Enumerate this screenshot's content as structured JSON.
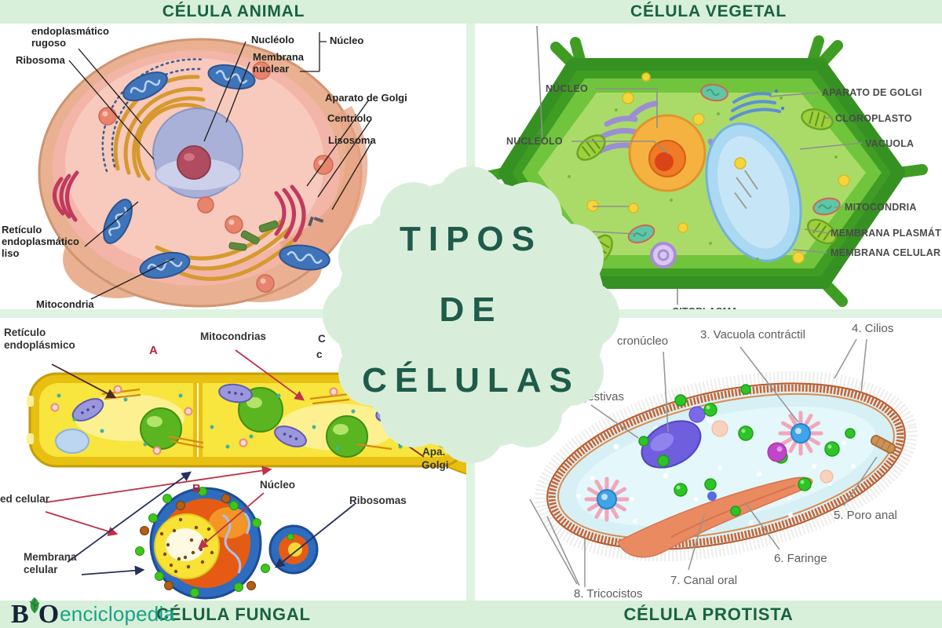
{
  "titles": {
    "animal": "CÉLULA ANIMAL",
    "vegetal": "CÉLULA VEGETAL",
    "fungal": "CÉLULA FUNGAL",
    "protista": "CÉLULA PROTISTA"
  },
  "center_badge": {
    "line1": "TIPOS",
    "line2": "DE",
    "line3": "CÉLULAS"
  },
  "brand": {
    "b": "B",
    "o": "O",
    "name": "enciclopedia"
  },
  "animal": {
    "labels": {
      "er_rugoso": "endoplasmático\nrugoso",
      "ribosoma": "Ribosoma",
      "nucleolo": "Nucléolo",
      "membrana_nuclear": "Membrana\nnuclear",
      "nucleo": "Núcleo",
      "aparato_golgi": "Aparato de Golgi",
      "centriolo": "Centriolo",
      "lisosoma": "Lisosoma",
      "er_liso": "Retículo\nendoplasmático\nliso",
      "mitocondria": "Mitocondria"
    }
  },
  "vegetal": {
    "labels": {
      "nucleo": "NÚCLEO",
      "nucleolo": "NUCLÉOLO",
      "aparato_golgi": "APARATO DE GOLGI",
      "cloroplasto": "CLOROPLASTO",
      "vacuola": "VACUOLA",
      "mitocondria": "MITOCONDRIA",
      "membrana_plasmatica": "MEMBRANA PLASMÁT",
      "membrana_celular": "MEMBRANA CELULAR",
      "citoplasma": "CITOPLASMA"
    }
  },
  "fungal": {
    "labels": {
      "reticulo_endoplasmico": "Retículo\nendoplásmico",
      "marker_a": "A",
      "mitocondrias": "Mitocondrias",
      "fragment_c_upper": "C",
      "fragment_c_lower": "c",
      "golgi_fragment_line1": "Apa.",
      "golgi_fragment_line2": "Golgi",
      "pared_celular_fragment": "ed celular",
      "marker_b": "B",
      "nucleo": "Núcleo",
      "ribosomas": "Ribosomas",
      "membrana_celular": "Membrana\ncelular"
    }
  },
  "protista": {
    "labels": {
      "micronucleo_fragment": "cronúcleo",
      "vacuola_contractil": "3. Vacuola contráctil",
      "cilios": "4. Cilios",
      "vacuolas_digestivas_fragment": "gestivas",
      "poro_anal": "5. Poro anal",
      "faringe": "6. Faringe",
      "canal_oral": "7. Canal oral",
      "tricocistos": "8. Tricocistos"
    }
  },
  "colors": {
    "band": "#d8f0d9",
    "divider": "#def3e0",
    "title_green": "#1a6144",
    "badge_fill": "#d9eeda",
    "badge_text": "#1e5b4a",
    "brand_teal": "#1aa28b",
    "brand_dark": "#15233a"
  }
}
